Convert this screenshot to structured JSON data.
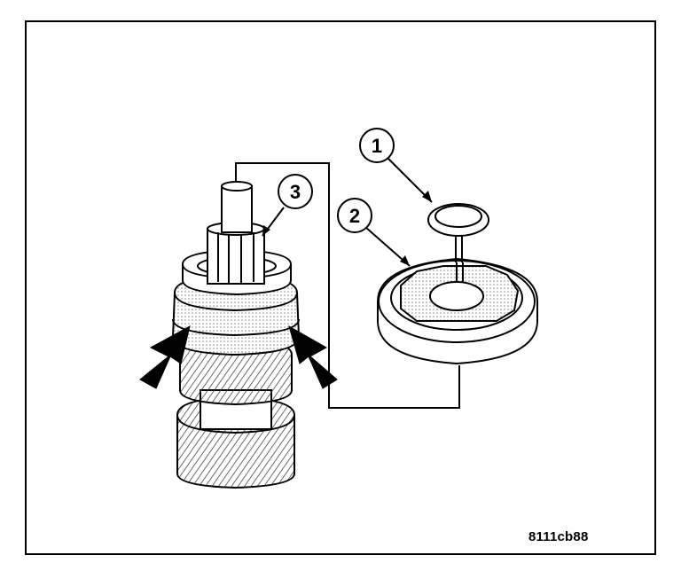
{
  "callouts": {
    "one": "1",
    "two": "2",
    "three": "3"
  },
  "figure_id": "8111cb88",
  "colors": {
    "line": "#000000",
    "hatch": "#555555",
    "background": "#ffffff"
  },
  "icons": {
    "arrow_left": "solid-arrow-icon",
    "arrow_right": "solid-arrow-icon"
  }
}
